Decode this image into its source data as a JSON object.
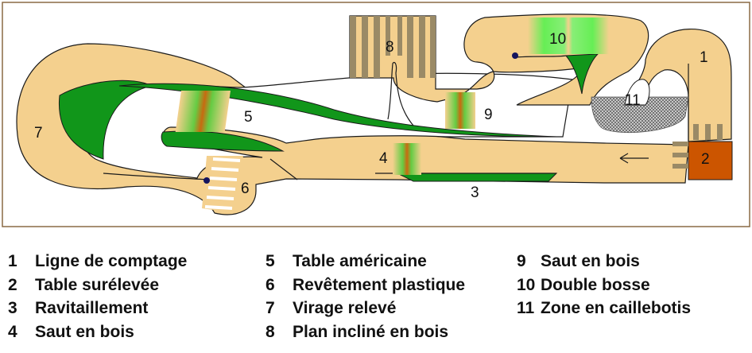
{
  "map": {
    "colors": {
      "frame": "#8a6a45",
      "track": "#f4d08e",
      "track_edge": "#1a1a1a",
      "green": "#11961a",
      "table": "#cc5500",
      "bars": "#9a8a66",
      "grating": "#9a9a9a",
      "light_green": "#66dd55",
      "marker": "#14145e"
    },
    "numbers": {
      "n1": "1",
      "n2": "2",
      "n3": "3",
      "n4": "4",
      "n5": "5",
      "n6": "6",
      "n7": "7",
      "n8": "8",
      "n9": "9",
      "n10": "10",
      "n11": "11"
    },
    "direction_arrow": "left-arrow"
  },
  "legend": {
    "items": [
      {
        "num": "1",
        "label": "Ligne de comptage"
      },
      {
        "num": "2",
        "label": "Table surélevée"
      },
      {
        "num": "3",
        "label": "Ravitaillement"
      },
      {
        "num": "4",
        "label": "Saut en bois"
      },
      {
        "num": "5",
        "label": "Table américaine"
      },
      {
        "num": "6",
        "label": "Revêtement plastique"
      },
      {
        "num": "7",
        "label": "Virage relevé"
      },
      {
        "num": "8",
        "label": "Plan incliné en bois"
      },
      {
        "num": "9",
        "label": "Saut en bois"
      },
      {
        "num": "10",
        "label": "Double bosse"
      },
      {
        "num": "11",
        "label": "Zone en caillebotis"
      }
    ]
  }
}
